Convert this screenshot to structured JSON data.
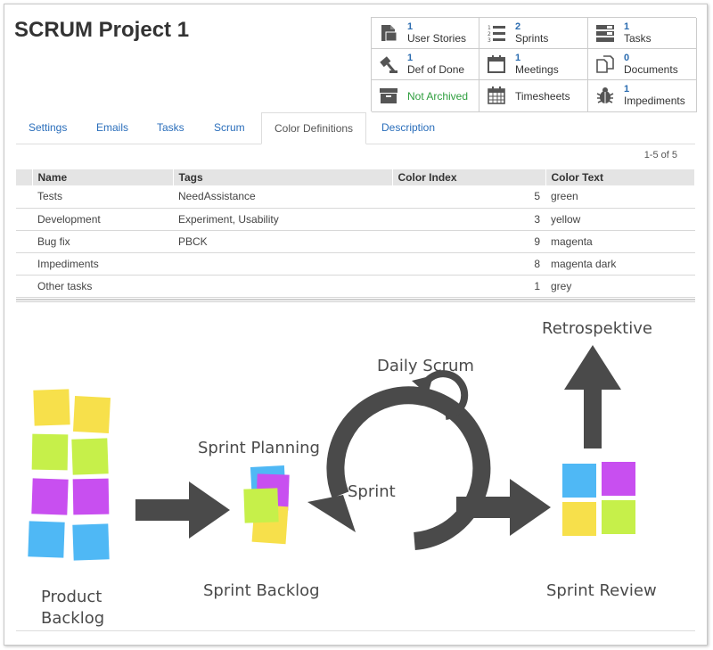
{
  "page": {
    "title": "SCRUM Project 1"
  },
  "tiles": [
    {
      "count": "1",
      "label": "User Stories",
      "icon": "document-icon"
    },
    {
      "count": "2",
      "label": "Sprints",
      "icon": "numbered-list-icon"
    },
    {
      "count": "1",
      "label": "Tasks",
      "icon": "tasks-list-icon"
    },
    {
      "count": "1",
      "label": "Def of Done",
      "icon": "gavel-icon"
    },
    {
      "count": "1",
      "label": "Meetings",
      "icon": "calendar-icon"
    },
    {
      "count": "0",
      "label": "Documents",
      "icon": "documents-icon"
    },
    {
      "count": "",
      "label": "Not Archived",
      "icon": "archive-box-icon"
    },
    {
      "count": "",
      "label": "Timesheets",
      "icon": "timesheet-grid-icon"
    },
    {
      "count": "1",
      "label": "Impediments",
      "icon": "bug-icon"
    }
  ],
  "tabs": [
    {
      "label": "Settings"
    },
    {
      "label": "Emails"
    },
    {
      "label": "Tasks"
    },
    {
      "label": "Scrum"
    },
    {
      "label": "Color Definitions",
      "active": true
    },
    {
      "label": "Description"
    }
  ],
  "pager": "1-5 of 5",
  "table": {
    "columns": [
      "Name",
      "Tags",
      "Color Index",
      "Color Text"
    ],
    "rows": [
      {
        "name": "Tests",
        "tags": "NeedAssistance",
        "index": "5",
        "color": "green"
      },
      {
        "name": "Development",
        "tags": "Experiment, Usability",
        "index": "3",
        "color": "yellow"
      },
      {
        "name": "Bug fix",
        "tags": "PBCK",
        "index": "9",
        "color": "magenta"
      },
      {
        "name": "Impediments",
        "tags": "",
        "index": "8",
        "color": "magenta dark"
      },
      {
        "name": "Other tasks",
        "tags": "",
        "index": "1",
        "color": "grey"
      }
    ]
  },
  "diagram": {
    "product_backlog_line1": "Product",
    "product_backlog_line2": "Backlog",
    "sprint_planning": "Sprint Planning",
    "sprint_backlog": "Sprint Backlog",
    "sprint": "Sprint",
    "daily_scrum": "Daily Scrum",
    "retrospektive": "Retrospektive",
    "sprint_review": "Sprint Review",
    "colors": {
      "yellow": "#f7e04b",
      "green": "#c6f04a",
      "magenta": "#c84ff0",
      "blue": "#4fb8f5",
      "arrow": "#4a4a4a"
    }
  }
}
